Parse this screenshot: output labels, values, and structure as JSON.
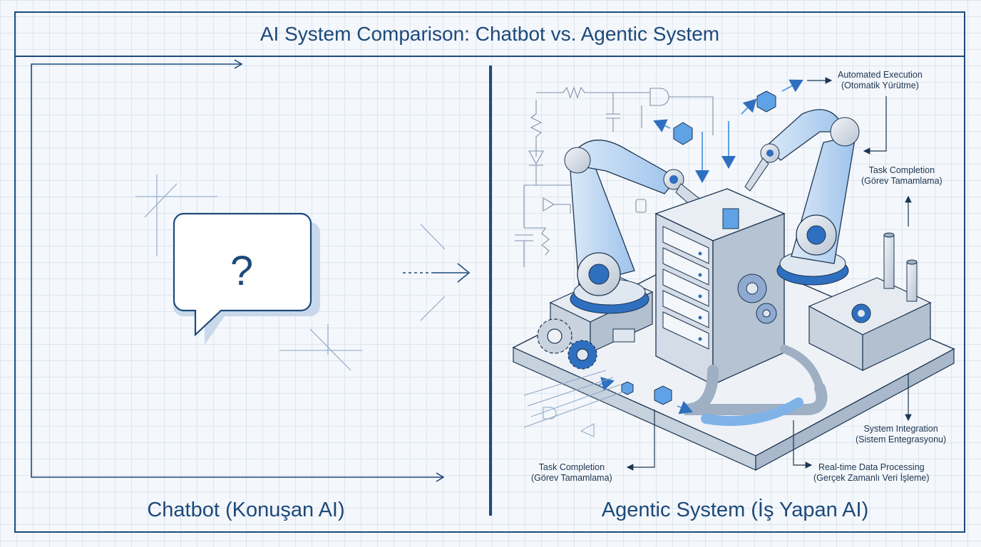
{
  "title": "AI System Comparison: Chatbot vs. Agentic System",
  "left_panel": {
    "label": "Chatbot (Konuşan AI)",
    "bubble_glyph": "?"
  },
  "right_panel": {
    "label": "Agentic System (İş Yapan AI)",
    "annotations": {
      "automated_execution": {
        "en": "Automated Execution",
        "tr": "(Otomatik Yürütme)"
      },
      "task_completion_right": {
        "en": "Task Completion",
        "tr": "(Görev Tamamlama)"
      },
      "system_integration": {
        "en": "System Integration",
        "tr": "(Sistem Entegrasyonu)"
      },
      "realtime_processing": {
        "en": "Real-time Data Processing",
        "tr": "(Gerçek Zamanlı Veri İşleme)"
      },
      "task_completion_left": {
        "en": "Task Completion",
        "tr": "(Görev Tamamlama)"
      }
    }
  },
  "colors": {
    "navy": "#1d4a7a",
    "blue": "#2f6fc0",
    "light_blue": "#7fb3e8",
    "metal": "#d8dee7"
  },
  "icons": [
    "speech-bubble-icon",
    "question-mark-icon",
    "robot-arm-icon",
    "server-rack-icon",
    "gear-icon",
    "data-cube-icon",
    "pipe-icon",
    "circuit-icon"
  ]
}
